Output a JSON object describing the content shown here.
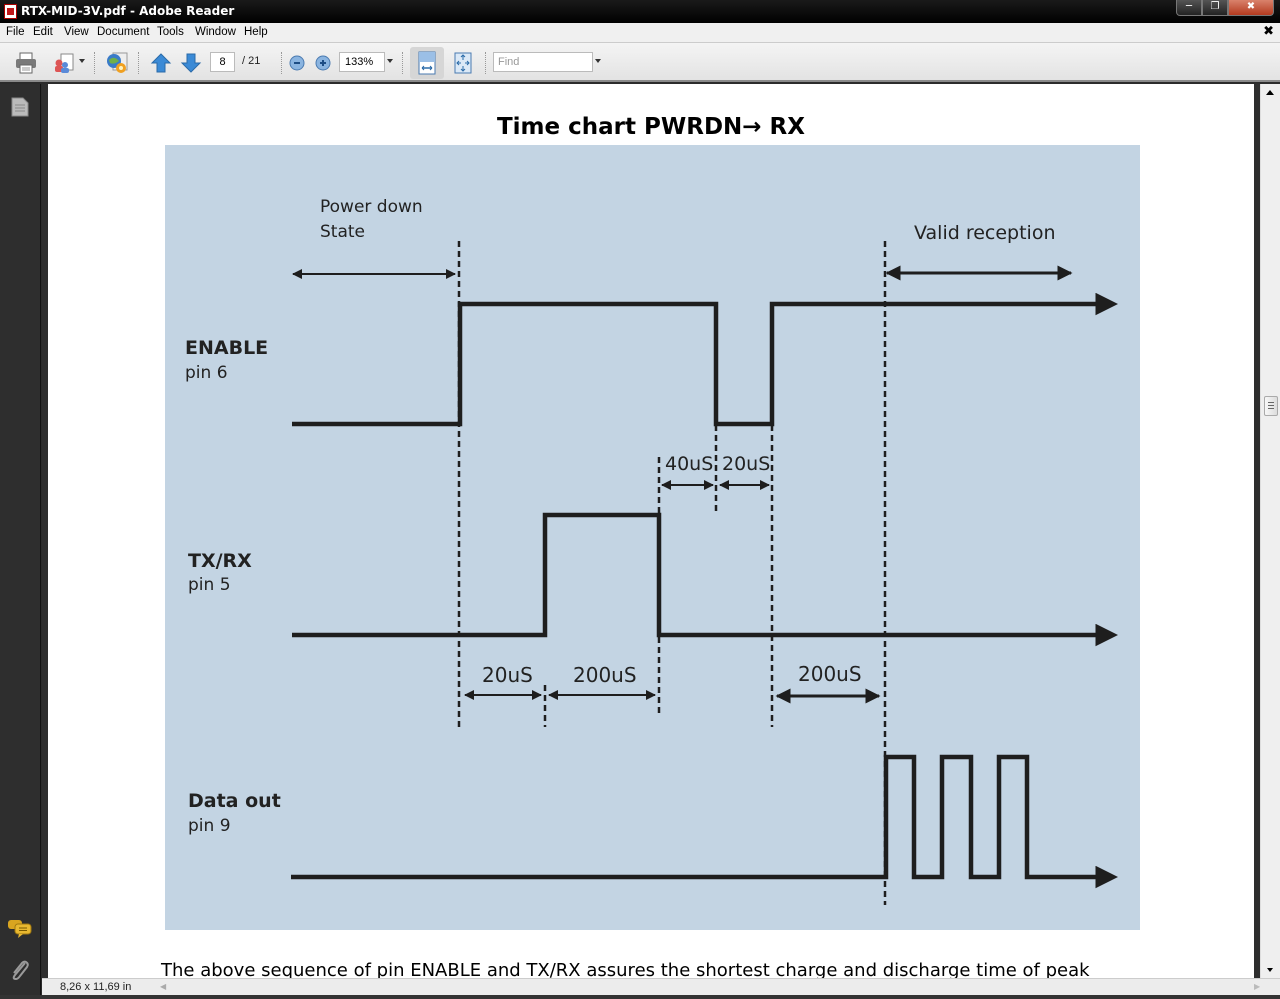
{
  "window": {
    "title": "RTX-MID-3V.pdf - Adobe Reader",
    "buttons": [
      "minimize",
      "restore",
      "close"
    ]
  },
  "menu": {
    "items": [
      "File",
      "Edit",
      "View",
      "Document",
      "Tools",
      "Window",
      "Help"
    ]
  },
  "toolbar": {
    "current_page": "8",
    "page_total": "/ 21",
    "zoom": "133%",
    "find_placeholder": "Find"
  },
  "document": {
    "title": "Time chart PWRDN→ RX",
    "paragraph": "The above sequence of pin ENABLE and TX/RX assures the shortest charge and discharge time of peak",
    "chart": {
      "annotations": {
        "power_down_line1": "Power down",
        "power_down_line2": "State",
        "valid_reception": "Valid reception"
      },
      "signals": [
        {
          "name": "ENABLE",
          "pin": "pin 6"
        },
        {
          "name": "TX/RX",
          "pin": "pin 5"
        },
        {
          "name": "Data out",
          "pin": "pin 9"
        }
      ],
      "intervals": {
        "enable_low_delay": "40uS",
        "enable_low_width": "20uS",
        "txrx_delay": "20uS",
        "txrx_pulse": "200uS",
        "rx_settle": "200uS"
      },
      "colors": {
        "background": "#c3d4e3",
        "trace": "#1e1e1e"
      }
    }
  },
  "status": {
    "page_size": "8,26 x 11,69 in"
  }
}
